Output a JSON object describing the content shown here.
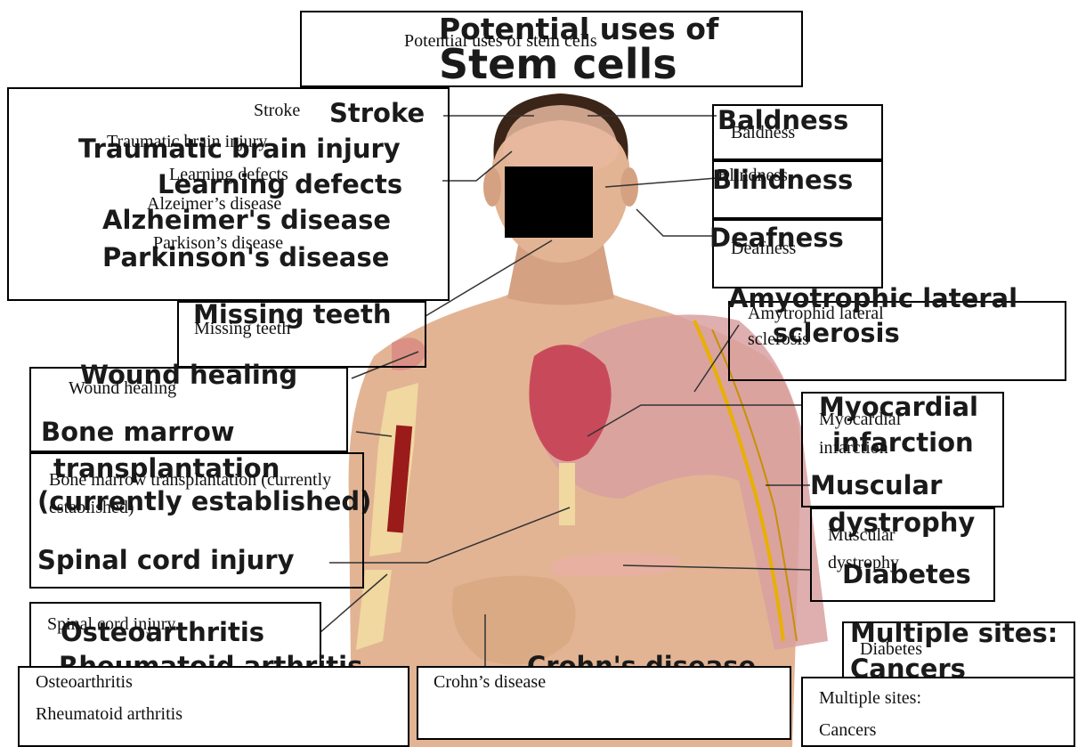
{
  "title": "Potential uses of stem cells",
  "title_graphic": [
    "Potential uses of",
    "Stem cells"
  ],
  "labels": {
    "stroke": "Stroke",
    "tbi": "Traumatic brain injury",
    "learning": "Learning defects",
    "alzheimers": "Alzeimer’s disease",
    "parkinsons": "Parkison’s disease",
    "baldness": "Baldness",
    "blindness": "Blindness",
    "deafness": "Deafness",
    "missing_teeth": "Missing teeth",
    "als": "Amytrophid lateral sclerosis",
    "wound": "Wound healing",
    "myocardial": "Myocardial infarction",
    "bone_marrow": "Bone marrow transplantation (currently established)",
    "muscular": "Muscular dystrophy",
    "spinal": "Spinal cord injury",
    "diabetes": "Diabetes",
    "osteo": "Osteoarthritis",
    "rheuma": "Rheumatoid arthritis",
    "crohns": "Crohn’s disease",
    "multiple": "Multiple sites:",
    "cancers": "Cancers"
  },
  "graphic_labels": {
    "stroke": "Stroke",
    "tbi": "Traumatic brain injury",
    "learning": "Learning defects",
    "alzheimers": "Alzheimer's disease",
    "parkinsons": "Parkinson's disease",
    "baldness": "Baldness",
    "blindness": "Blindness",
    "deafness": "Deafness",
    "missing_teeth": "Missing teeth",
    "als_1": "Amyotrophic lateral",
    "als_2": "sclerosis",
    "wound": "Wound healing",
    "myocardial_1": "Myocardial",
    "myocardial_2": "infarction",
    "bone_1": "Bone marrow",
    "bone_2": "transplantation",
    "bone_3": "(currently established)",
    "muscular_1": "Muscular",
    "muscular_2": "dystrophy",
    "spinal": "Spinal cord injury",
    "diabetes": "Diabetes",
    "osteo": "Osteoarthritis",
    "rheuma": "Rheumatoid arthritis",
    "crohns": "Crohn's disease",
    "multiple": "Multiple sites:",
    "cancers": "Cancers"
  },
  "colors": {
    "skin": "#e2b494",
    "skin_dark": "#c98f6e",
    "hair": "#3a2518",
    "brain": "#e8b9a0",
    "heart": "#c84a5a",
    "muscle": "#d9a0a0",
    "nerve": "#e8b000",
    "bone": "#f0d8a0",
    "marrow": "#9b1b1b"
  }
}
